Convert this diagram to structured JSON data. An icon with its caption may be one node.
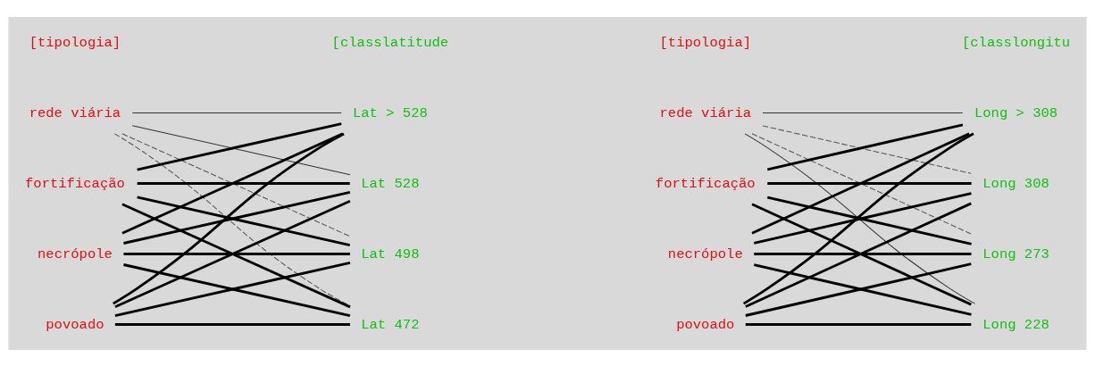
{
  "diagram": {
    "nodes": [
      {
        "text": [
          "rede viária"
        ]
      },
      {
        "text": [
          "fortificação"
        ]
      },
      {
        "text": [
          "necrópole"
        ]
      },
      {
        "text": [
          "povoado"
        ]
      },
      {
        "text": [
          "Lat > 528"
        ]
      },
      {
        "text": [
          "Lat 528"
        ]
      },
      {
        "text": [
          "Lat 498"
        ]
      },
      {
        "text": [
          "Lat 472"
        ]
      },
      {
        "text": [
          "rede viária"
        ]
      },
      {
        "text": [
          "fortificação"
        ]
      },
      {
        "text": [
          "necrópole"
        ]
      },
      {
        "text": [
          "povoado"
        ]
      },
      {
        "text": [
          "Long > 308"
        ]
      },
      {
        "text": [
          "Long 308"
        ]
      },
      {
        "text": [
          "Long 273"
        ]
      },
      {
        "text": [
          "Long 228"
        ]
      }
    ],
    "edges": [
      {
        "from": 0,
        "to": 4,
        "arrow": "none",
        "color": "#333333"
      },
      {
        "from": 0,
        "to": 5,
        "arrow": "none",
        "color": "#333333"
      },
      {
        "from": 0,
        "to": 6,
        "arrow": "none",
        "style": "dashed"
      },
      {
        "from": 0,
        "to": 7,
        "arrow": "none",
        "style": "dashed"
      },
      {
        "from": 1,
        "to": 4,
        "arrow": "none"
      },
      {
        "from": 1,
        "to": 5,
        "arrow": "none"
      },
      {
        "from": 1,
        "to": 6,
        "arrow": "none"
      },
      {
        "from": 1,
        "to": 7,
        "arrow": "none"
      },
      {
        "from": 2,
        "to": 4,
        "arrow": "none"
      },
      {
        "from": 2,
        "to": 5,
        "arrow": "none"
      },
      {
        "from": 2,
        "to": 6,
        "arrow": "none"
      },
      {
        "from": 2,
        "to": 7,
        "arrow": "none"
      },
      {
        "from": 3,
        "to": 4,
        "arrow": "none"
      },
      {
        "from": 3,
        "to": 5,
        "arrow": "none"
      },
      {
        "from": 3,
        "to": 6,
        "arrow": "none"
      },
      {
        "from": 3,
        "to": 7,
        "arrow": "none"
      },
      {
        "from": 8,
        "to": 12,
        "arrow": "none",
        "color": "#333333"
      },
      {
        "from": 8,
        "to": 13,
        "arrow": "none",
        "style": "dashed"
      },
      {
        "from": 8,
        "to": 14,
        "arrow": "none",
        "style": "dashed"
      },
      {
        "from": 8,
        "to": 15,
        "arrow": "none",
        "color": "#333333"
      },
      {
        "from": 9,
        "to": 12,
        "arrow": "none"
      },
      {
        "from": 9,
        "to": 13,
        "arrow": "none"
      },
      {
        "from": 9,
        "to": 14,
        "arrow": "none"
      },
      {
        "from": 9,
        "to": 15,
        "arrow": "none"
      },
      {
        "from": 10,
        "to": 12,
        "arrow": "none"
      },
      {
        "from": 10,
        "to": 13,
        "arrow": "none"
      },
      {
        "from": 10,
        "to": 14,
        "arrow": "none"
      },
      {
        "from": 10,
        "to": 15,
        "arrow": "none"
      },
      {
        "from": 11,
        "to": 12,
        "arrow": "none"
      },
      {
        "from": 11,
        "to": 13,
        "arrow": "none"
      },
      {
        "from": 11,
        "to": 14,
        "arrow": "none"
      },
      {
        "from": 11,
        "to": 15,
        "arrow": "none"
      }
    ],
    "labels": [
      "[tipologia]",
      "[classlatitude",
      "[tipologia]",
      "[classlongitu"
    ]
  }
}
